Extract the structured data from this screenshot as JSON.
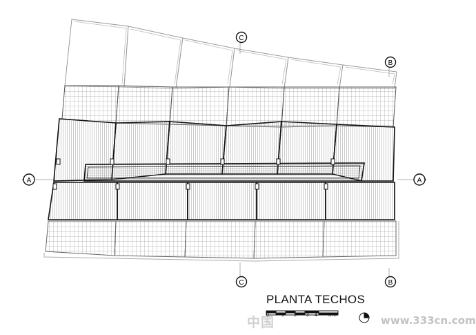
{
  "title": "PLANTA TECHOS",
  "section_markers": [
    {
      "id": "A",
      "label": "A"
    },
    {
      "id": "A2",
      "label": "A"
    },
    {
      "id": "B",
      "label": "B"
    },
    {
      "id": "B2",
      "label": "B"
    },
    {
      "id": "C",
      "label": "C"
    },
    {
      "id": "C2",
      "label": "C"
    }
  ],
  "scale_bar": {
    "labels": [
      "0",
      "1",
      "2",
      "3",
      "4"
    ],
    "unit_label": "5 m"
  },
  "watermark": {
    "text_left": "中国",
    "text_right": "www.333cn.com"
  }
}
